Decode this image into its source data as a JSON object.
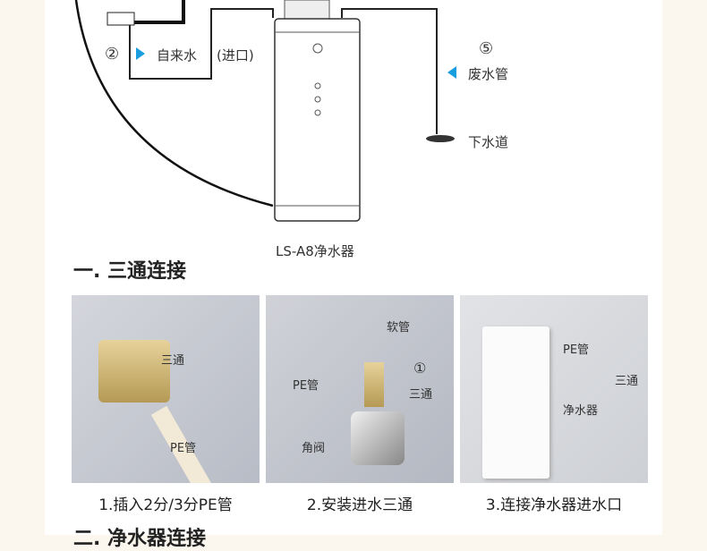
{
  "diagram": {
    "step2_num": "②",
    "inlet_label": "自来水",
    "inlet_note": "(进口)",
    "step5_num": "⑤",
    "waste_label": "废水管",
    "drain_label": "下水道",
    "product_label": "LS-A8净水器",
    "accent": "#1a9ee0"
  },
  "section1_title": "一. 三通连接",
  "photos": [
    {
      "labels": [
        "三通",
        "PE管"
      ],
      "caption": "1.插入2分/3分PE管"
    },
    {
      "labels": [
        "软管",
        "PE管",
        "①",
        "三通",
        "角阀"
      ],
      "caption": "2.安装进水三通"
    },
    {
      "labels": [
        "PE管",
        "三通",
        "净水器"
      ],
      "caption": "3.连接净水器进水口"
    }
  ],
  "section2_title": "二. 净水器连接"
}
